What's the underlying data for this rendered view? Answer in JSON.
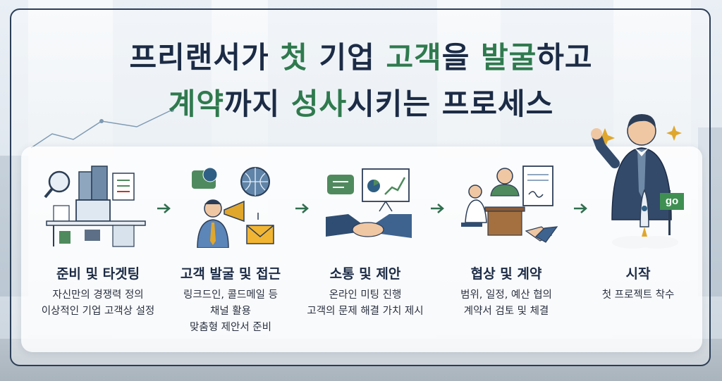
{
  "title": {
    "line1": [
      {
        "text": "프리랜서가 ",
        "accent": false
      },
      {
        "text": "첫",
        "accent": true
      },
      {
        "text": " 기업 ",
        "accent": false
      },
      {
        "text": "고객",
        "accent": true
      },
      {
        "text": "을 ",
        "accent": false
      },
      {
        "text": "발굴",
        "accent": true
      },
      {
        "text": "하고",
        "accent": false
      }
    ],
    "line2": [
      {
        "text": "계약",
        "accent": true
      },
      {
        "text": "까지 ",
        "accent": false
      },
      {
        "text": "성사",
        "accent": true
      },
      {
        "text": "시키는 프로세스",
        "accent": false
      }
    ]
  },
  "colors": {
    "navy": "#1c2b45",
    "green": "#2f7a4e",
    "arrow": "#2f6f50"
  },
  "steps": [
    {
      "title": "준비 및 타겟팅",
      "desc": [
        "자신만의 경쟁력 정의",
        "이상적인 기업 고객상 설정"
      ],
      "icon": "desk-workspace-icon"
    },
    {
      "title": "고객 발굴 및 접근",
      "desc": [
        "링크드인, 콜드메일 등",
        "채널 활용",
        "맞춤형 제안서 준비"
      ],
      "icon": "megaphone-outreach-icon"
    },
    {
      "title": "소통 및 제안",
      "desc": [
        "온라인 미팅 진행",
        "고객의 문제 해결 가치 제시"
      ],
      "icon": "handshake-presentation-icon"
    },
    {
      "title": "협상 및 계약",
      "desc": [
        "범위, 일정, 예산 협의",
        "계약서 검토 및 체결"
      ],
      "icon": "contract-signing-icon"
    },
    {
      "title": "시작",
      "desc": [
        "첫 프로젝트 착수"
      ],
      "icon": "rocket-launch-icon"
    }
  ],
  "go_flag": "go"
}
